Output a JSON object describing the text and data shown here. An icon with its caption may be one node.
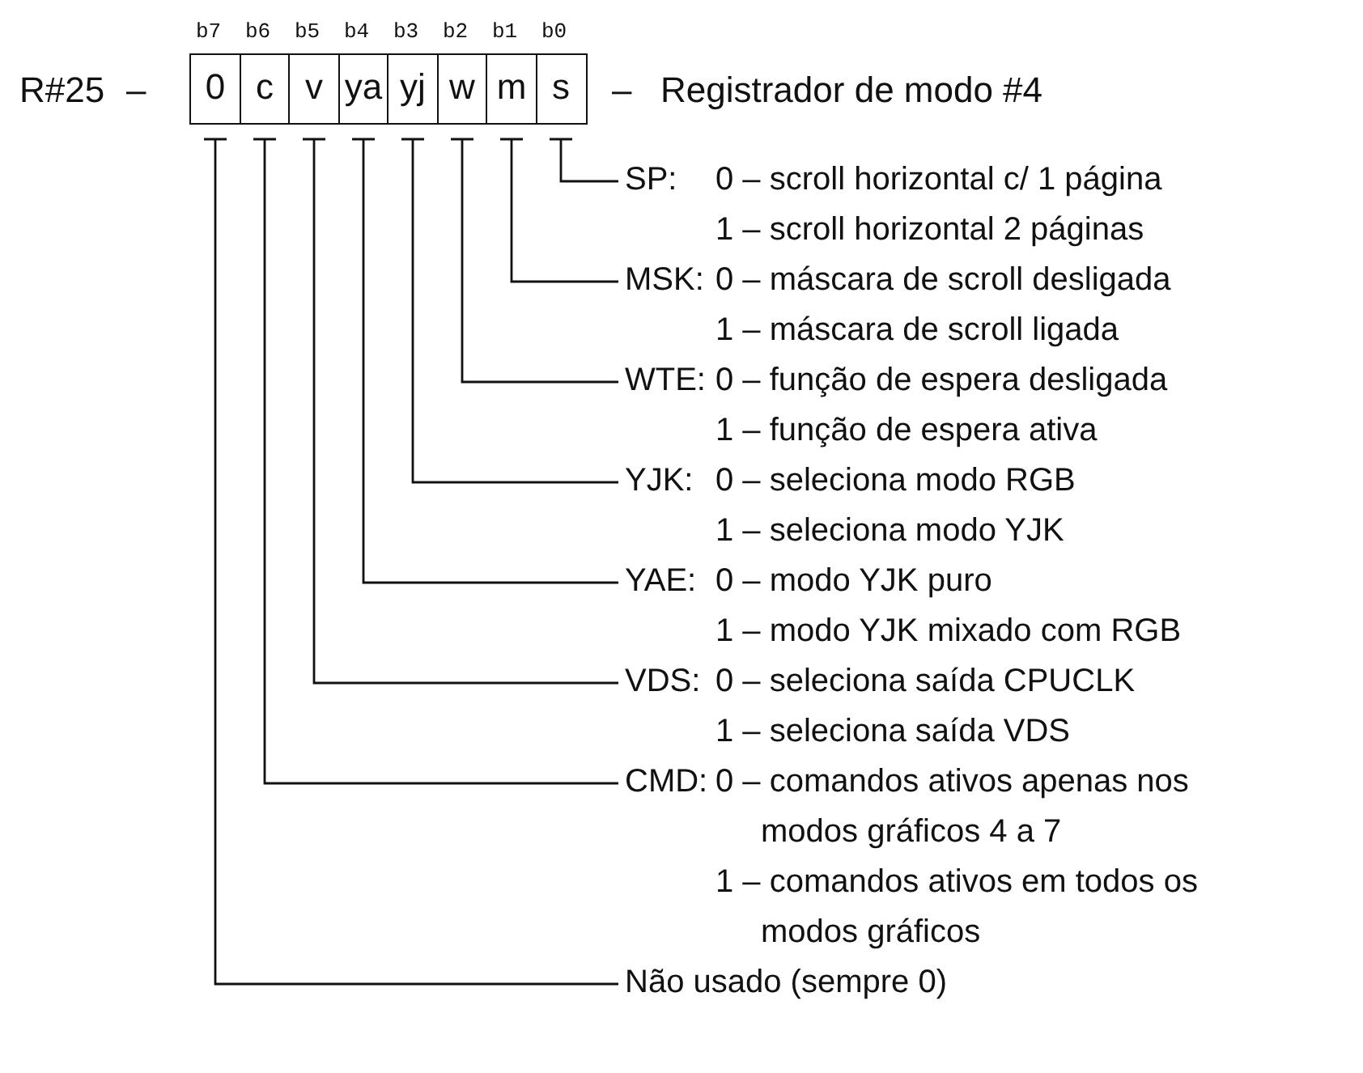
{
  "diagram": {
    "nodes": [
      {
        "text": [
          "0"
        ]
      },
      {
        "text": [
          "c"
        ]
      },
      {
        "text": [
          "v"
        ]
      },
      {
        "text": [
          "ya"
        ]
      },
      {
        "text": [
          "yj"
        ]
      },
      {
        "text": [
          "w"
        ]
      },
      {
        "text": [
          "m"
        ]
      },
      {
        "text": [
          "s"
        ]
      },
      {
        "text": [
          "SP:",
          "0 – scroll horizontal c/ 1 página",
          "1 – scroll horizontal 2 páginas"
        ]
      },
      {
        "text": [
          "MSK:",
          "0 – máscara de scroll desligada",
          "1 – máscara de scroll ligada"
        ]
      },
      {
        "text": [
          "WTE:",
          "0 – função de espera desligada",
          "1 – função de espera ativa"
        ]
      },
      {
        "text": [
          "YJK:",
          "0 – seleciona modo RGB",
          "1 – seleciona modo YJK"
        ]
      },
      {
        "text": [
          "YAE:",
          "0 – modo YJK puro",
          "1 – modo YJK mixado com RGB"
        ]
      },
      {
        "text": [
          "VDS:",
          "0 – seleciona saída CPUCLK",
          "1 – seleciona saída VDS"
        ]
      },
      {
        "text": [
          "CMD:",
          "0 – comandos ativos apenas nos modos gráficos 4 a 7",
          "1 – comandos ativos em todos os modos gráficos"
        ]
      },
      {
        "text": [
          "Não usado (sempre 0)"
        ]
      }
    ],
    "edges": [
      {
        "from": 7,
        "to": 8,
        "arrow": "other"
      },
      {
        "from": 6,
        "to": 9,
        "arrow": "other"
      },
      {
        "from": 5,
        "to": 10,
        "arrow": "other"
      },
      {
        "from": 4,
        "to": 11,
        "arrow": "other"
      },
      {
        "from": 3,
        "to": 12,
        "arrow": "other"
      },
      {
        "from": 2,
        "to": 13,
        "arrow": "other"
      },
      {
        "from": 1,
        "to": 14,
        "arrow": "other"
      },
      {
        "from": 0,
        "to": 15,
        "arrow": "other"
      }
    ],
    "labels": [
      "b7",
      "b6",
      "b5",
      "b4",
      "b3",
      "b2",
      "b1",
      "b0",
      "R#25",
      "–",
      "–",
      "Registrador de modo #4"
    ]
  }
}
